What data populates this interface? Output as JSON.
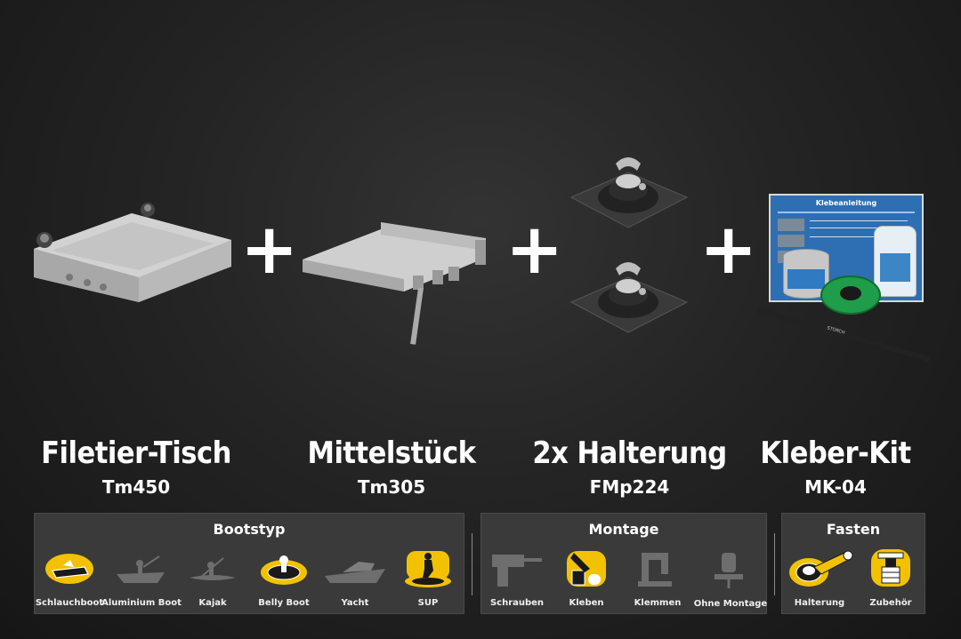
{
  "products": [
    {
      "title": "Filetier-Tisch",
      "code": "Tm450"
    },
    {
      "title": "Mittelstück",
      "code": "Tm305"
    },
    {
      "title": "2x Halterung",
      "code": "FMp224"
    },
    {
      "title": "Kleber-Kit",
      "code": "MK-04"
    }
  ],
  "plus_sign": "+",
  "kit_card": {
    "heading": "Klebeanleitung",
    "brush_brand": "STORCH"
  },
  "panels": {
    "bootstyp": {
      "title": "Bootstyp",
      "items": [
        {
          "label": "Schlauchboot",
          "highlighted": true
        },
        {
          "label": "Aluminium Boot",
          "highlighted": false
        },
        {
          "label": "Kajak",
          "highlighted": false
        },
        {
          "label": "Belly Boot",
          "highlighted": true
        },
        {
          "label": "Yacht",
          "highlighted": false
        },
        {
          "label": "SUP",
          "highlighted": true
        }
      ]
    },
    "montage": {
      "title": "Montage",
      "items": [
        {
          "label": "Schrauben",
          "highlighted": false
        },
        {
          "label": "Kleben",
          "highlighted": true
        },
        {
          "label": "Klemmen",
          "highlighted": false
        },
        {
          "label": "Ohne Montage",
          "highlighted": false
        }
      ]
    },
    "fasten": {
      "title": "Fasten",
      "items": [
        {
          "label": "Halterung",
          "highlighted": true
        },
        {
          "label": "Zubehör",
          "highlighted": true
        }
      ]
    }
  },
  "colors": {
    "highlight": "#f2c200",
    "panel_bg": "#3a3a3a",
    "background": "#222222"
  }
}
